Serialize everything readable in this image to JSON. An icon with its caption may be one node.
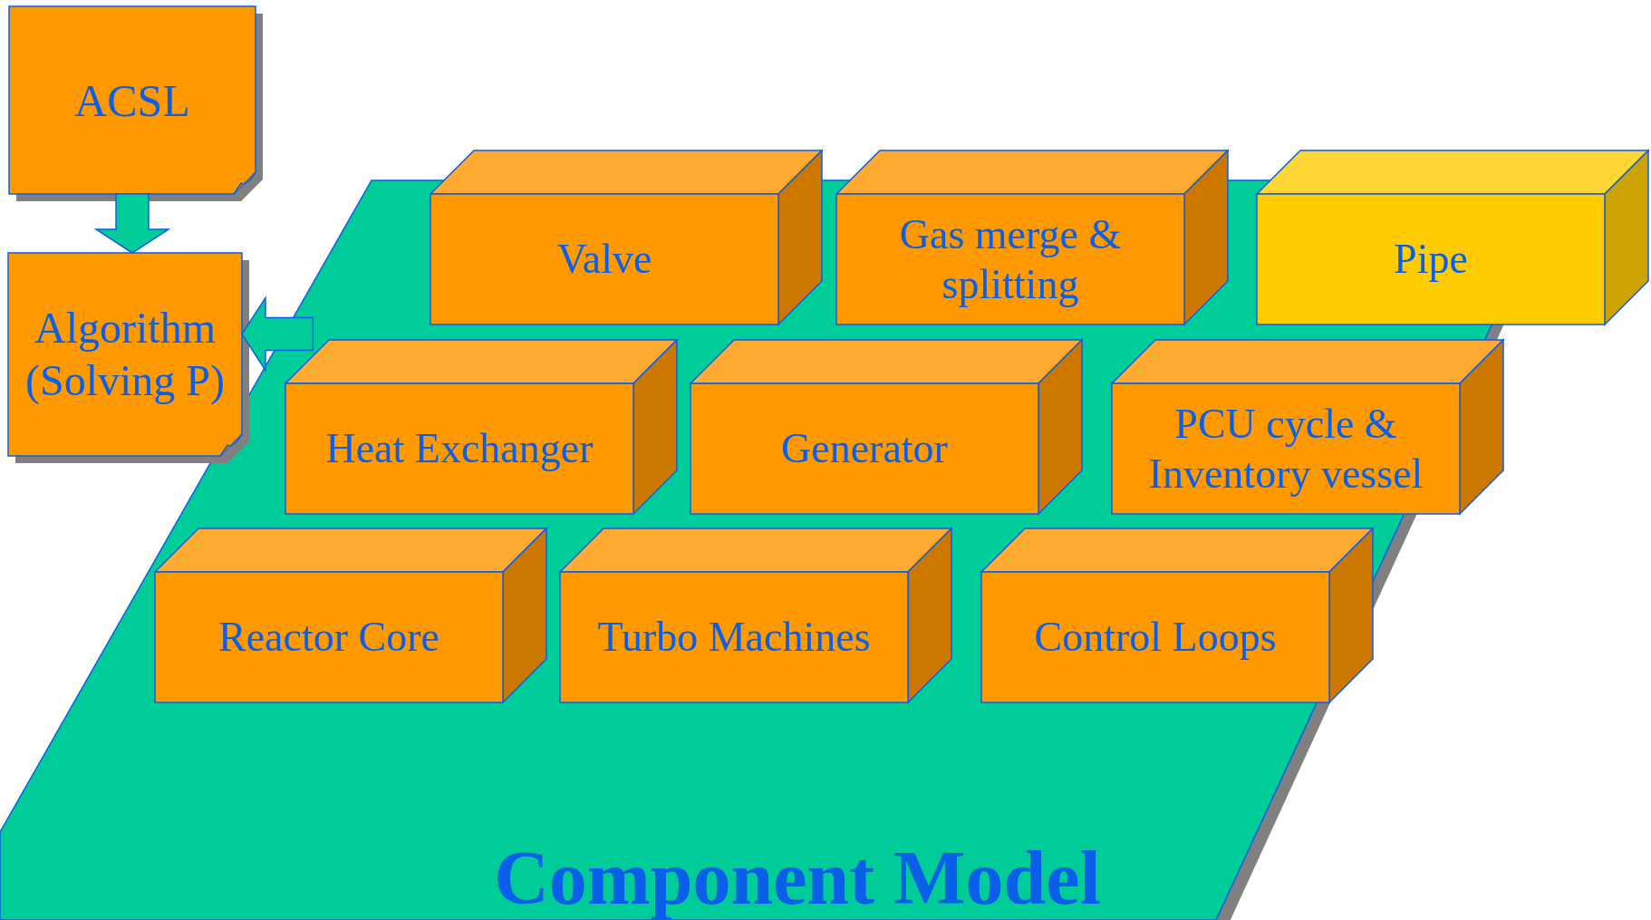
{
  "diagram": {
    "nodes": [
      {
        "text": [
          "ACSL"
        ]
      },
      {
        "text": [
          "Algorithm (Solving P)"
        ]
      },
      {
        "text": [
          "Component Model"
        ]
      },
      {
        "text": [
          "Valve"
        ],
        "in": 2
      },
      {
        "text": [
          "Gas merge & splitting"
        ],
        "in": 2
      },
      {
        "text": [
          "Pipe"
        ]
      },
      {
        "text": [
          "Heat Exchanger"
        ],
        "in": 2
      },
      {
        "text": [
          "Generator"
        ],
        "in": 2
      },
      {
        "text": [
          "PCU cycle & Inventory vessel"
        ],
        "in": 2
      },
      {
        "text": [
          "Reactor Core"
        ],
        "in": 2
      },
      {
        "text": [
          "Turbo Machines"
        ],
        "in": 2
      },
      {
        "text": [
          "Control Loops"
        ],
        "in": 2
      }
    ],
    "edges": [
      {
        "from": 0,
        "to": 1,
        "arrow": "to"
      },
      {
        "from": 2,
        "to": 1,
        "arrow": "to"
      }
    ]
  }
}
